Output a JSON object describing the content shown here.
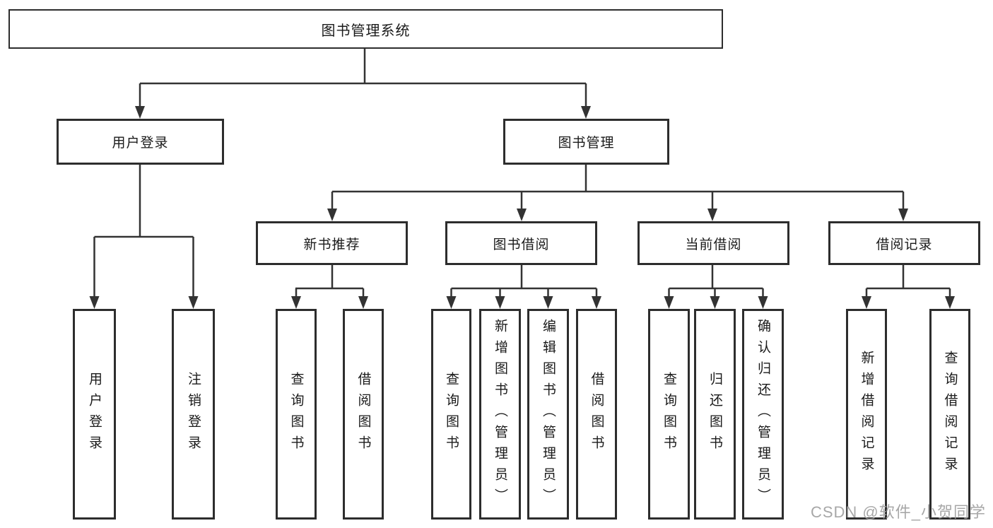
{
  "tree": {
    "root": "图书管理系统",
    "user_branch": {
      "label": "用户登录",
      "leaves": [
        "用户登录",
        "注销登录"
      ]
    },
    "book_branch": {
      "label": "图书管理",
      "groups": [
        {
          "label": "新书推荐",
          "leaves": [
            "查询图书",
            "借阅图书"
          ]
        },
        {
          "label": "图书借阅",
          "leaves": [
            "查询图书",
            "新增图书（管理员）",
            "编辑图书（管理员）",
            "借阅图书"
          ]
        },
        {
          "label": "当前借阅",
          "leaves": [
            "查询图书",
            "归还图书",
            "确认归还（管理员）"
          ]
        },
        {
          "label": "借阅记录",
          "leaves": [
            "新增借阅记录",
            "查询借阅记录"
          ]
        }
      ]
    }
  },
  "watermark": "CSDN @软件_小贺同学",
  "colors": {
    "line": "#333333",
    "box_border": "#2d2d2d",
    "text": "#1a1a1a",
    "watermark": "#9e9e9e",
    "background": "#ffffff"
  }
}
